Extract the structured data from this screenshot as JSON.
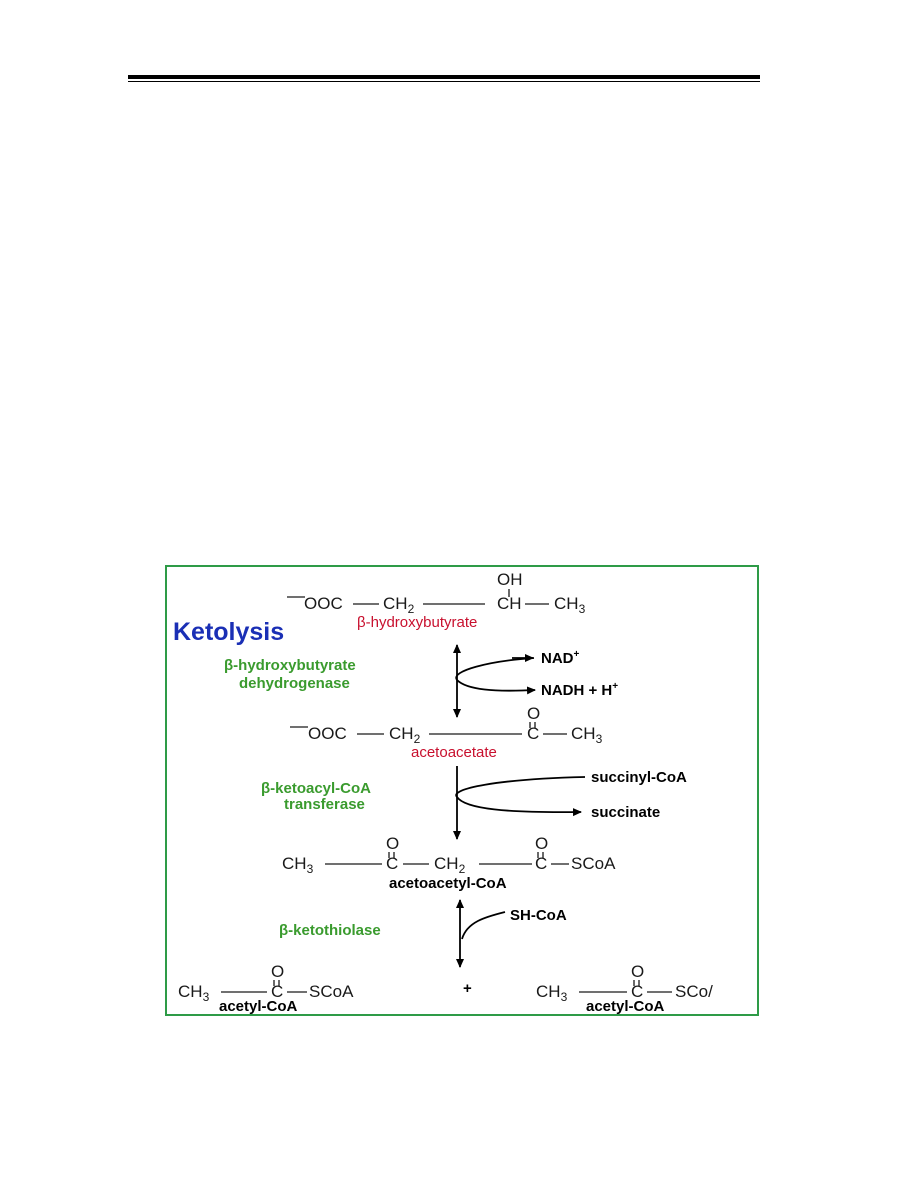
{
  "diagram": {
    "title": "Ketolysis",
    "step1": {
      "ooc": "OOC",
      "ch2": "CH",
      "ch2_sub": "2",
      "oh": "OH",
      "ch": "CH",
      "ch3": "CH",
      "ch3_sub": "3",
      "name": "β-hydroxybutyrate"
    },
    "enzyme1": {
      "line1": "β-hydroxybutyrate",
      "line2": "dehydrogenase"
    },
    "cofactor_in_1": "NAD",
    "cofactor_in_1_sup": "+",
    "cofactor_out_1": "NADH + H",
    "cofactor_out_1_sup": "+",
    "step2": {
      "ooc": "OOC",
      "ch2": "CH",
      "ch2_sub": "2",
      "o": "O",
      "c": "C",
      "ch3": "CH",
      "ch3_sub": "3",
      "name": "acetoacetate"
    },
    "enzyme2": {
      "line1": "β-ketoacyl-CoA",
      "line2": "transferase"
    },
    "cofactor_in_2": "succinyl-CoA",
    "cofactor_out_2": "succinate",
    "step3": {
      "ch3": "CH",
      "ch3_sub": "3",
      "o1": "O",
      "c1": "C",
      "ch2": "CH",
      "ch2_sub": "2",
      "o2": "O",
      "c2": "C",
      "scoa": "SCoA",
      "name": "acetoacetyl-CoA"
    },
    "enzyme3": "β-ketothiolase",
    "cofactor_in_3": "SH-CoA",
    "product_left": {
      "ch3": "CH",
      "ch3_sub": "3",
      "o": "O",
      "c": "C",
      "scoa": "SCoA",
      "name": "acetyl-CoA"
    },
    "plus": "+",
    "product_right": {
      "ch3": "CH",
      "ch3_sub": "3",
      "o": "O",
      "c": "C",
      "scoa": "SCo/",
      "name": "acetyl-CoA"
    }
  }
}
